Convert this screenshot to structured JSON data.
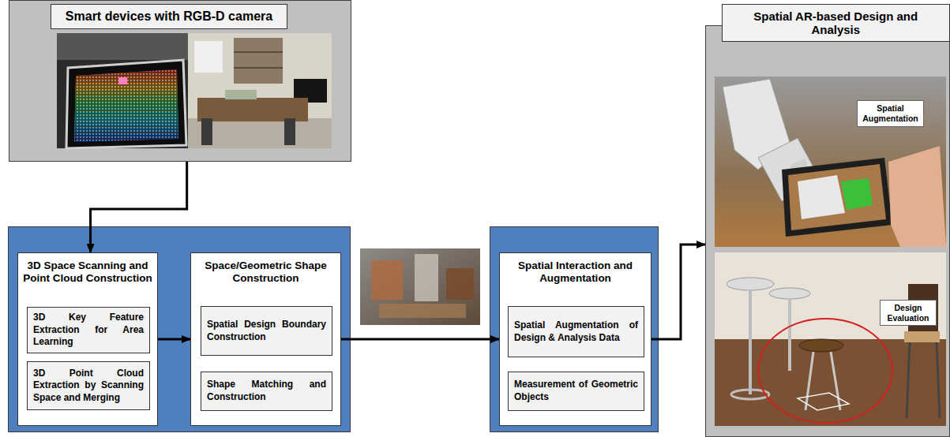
{
  "diagram": {
    "nodes": [
      {
        "text": [
          "Smart devices with RGB-D camera"
        ]
      },
      {
        "text": [
          "3D Space Scanning and Point Cloud Construction"
        ]
      },
      {
        "text": [
          "3D Key Feature Extraction for Area Learning"
        ],
        "in": 1
      },
      {
        "text": [
          "3D Point Cloud Extraction by Scanning Space and Merging"
        ],
        "in": 1
      },
      {
        "text": [
          "Space/Geometric Shape Construction"
        ]
      },
      {
        "text": [
          "Spatial Design Boundary Construction"
        ],
        "in": 4
      },
      {
        "text": [
          "Shape Matching and Construction"
        ],
        "in": 4
      },
      {
        "text": [
          "Spatial Interaction and Augmentation"
        ]
      },
      {
        "text": [
          "Spatial Augmentation of Design & Analysis Data"
        ],
        "in": 7
      },
      {
        "text": [
          "Measurement of Geometric Objects"
        ],
        "in": 7
      },
      {
        "text": [
          "Spatial AR-based Design and Analysis"
        ]
      },
      {
        "text": [
          "Spatial Augmentation"
        ],
        "in": 10
      },
      {
        "text": [
          "Design Evaluation"
        ],
        "in": 10
      }
    ],
    "edges": [
      {
        "from": 0,
        "to": 1,
        "arrow": "to"
      },
      {
        "from": 1,
        "to": 4,
        "arrow": "to"
      },
      {
        "from": 4,
        "to": 7,
        "arrow": "to"
      },
      {
        "from": 7,
        "to": 10,
        "arrow": "to"
      }
    ]
  }
}
